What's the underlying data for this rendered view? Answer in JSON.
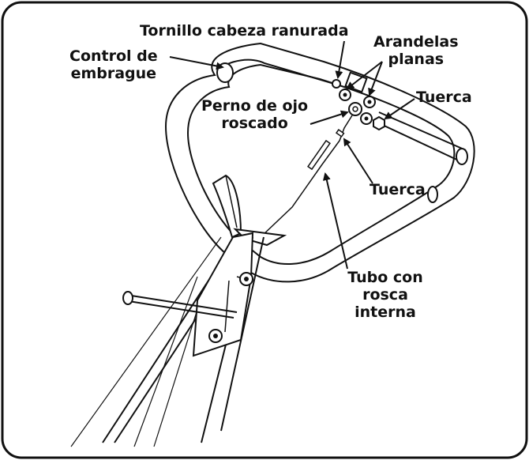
{
  "labels": {
    "tornillo": "Tornillo cabeza ranurada",
    "control": [
      "Control de",
      "embrague"
    ],
    "arandelas": [
      "Arandelas",
      "planas"
    ],
    "perno": [
      "Perno de ojo",
      "roscado"
    ],
    "tuerca_top": "Tuerca",
    "tuerca_mid": "Tuerca",
    "tubo": [
      "Tubo con",
      "rosca",
      "interna"
    ]
  }
}
